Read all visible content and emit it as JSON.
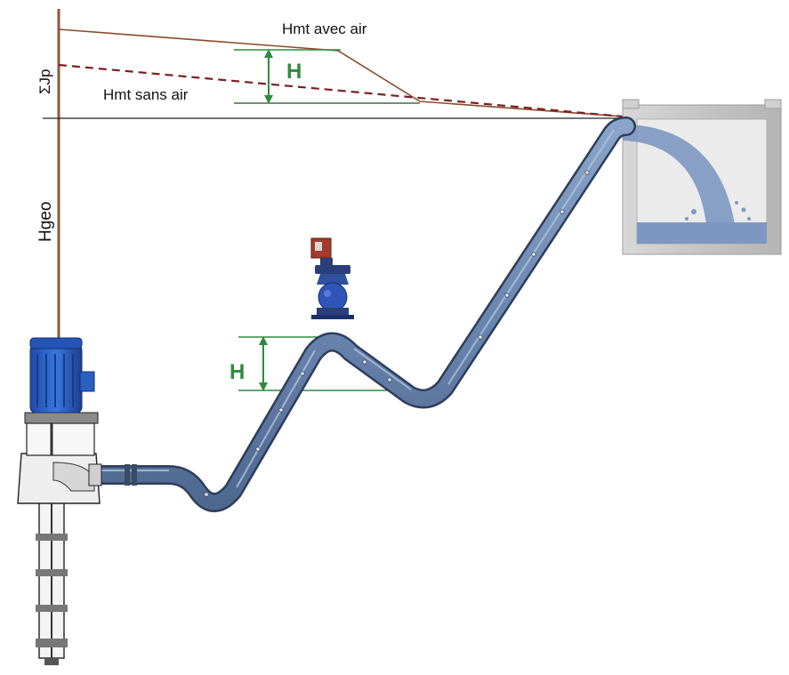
{
  "labels": {
    "hmt_avec_air": "Hmt avec air",
    "hmt_sans_air": "Hmt sans air",
    "h_upper": "H",
    "h_lower": "H",
    "sum_jp": "ΣJp",
    "hgeo": "Hgeo"
  },
  "colors": {
    "axis_brown": "#8b5a3c",
    "hmt_line": "#8b4a2b",
    "dashed_line": "#7a2020",
    "h_green": "#2e8b3e",
    "pipe_blue": "#6b86b0",
    "pipe_dark": "#2d3d5a",
    "tank_grey": "#c9c9c9",
    "water_blue": "#7d97c2",
    "motor_blue": "#2a5fc4"
  },
  "icons": [
    "pump-icon",
    "motor-icon",
    "air-valve-icon",
    "tank-icon",
    "water-jet-icon"
  ]
}
